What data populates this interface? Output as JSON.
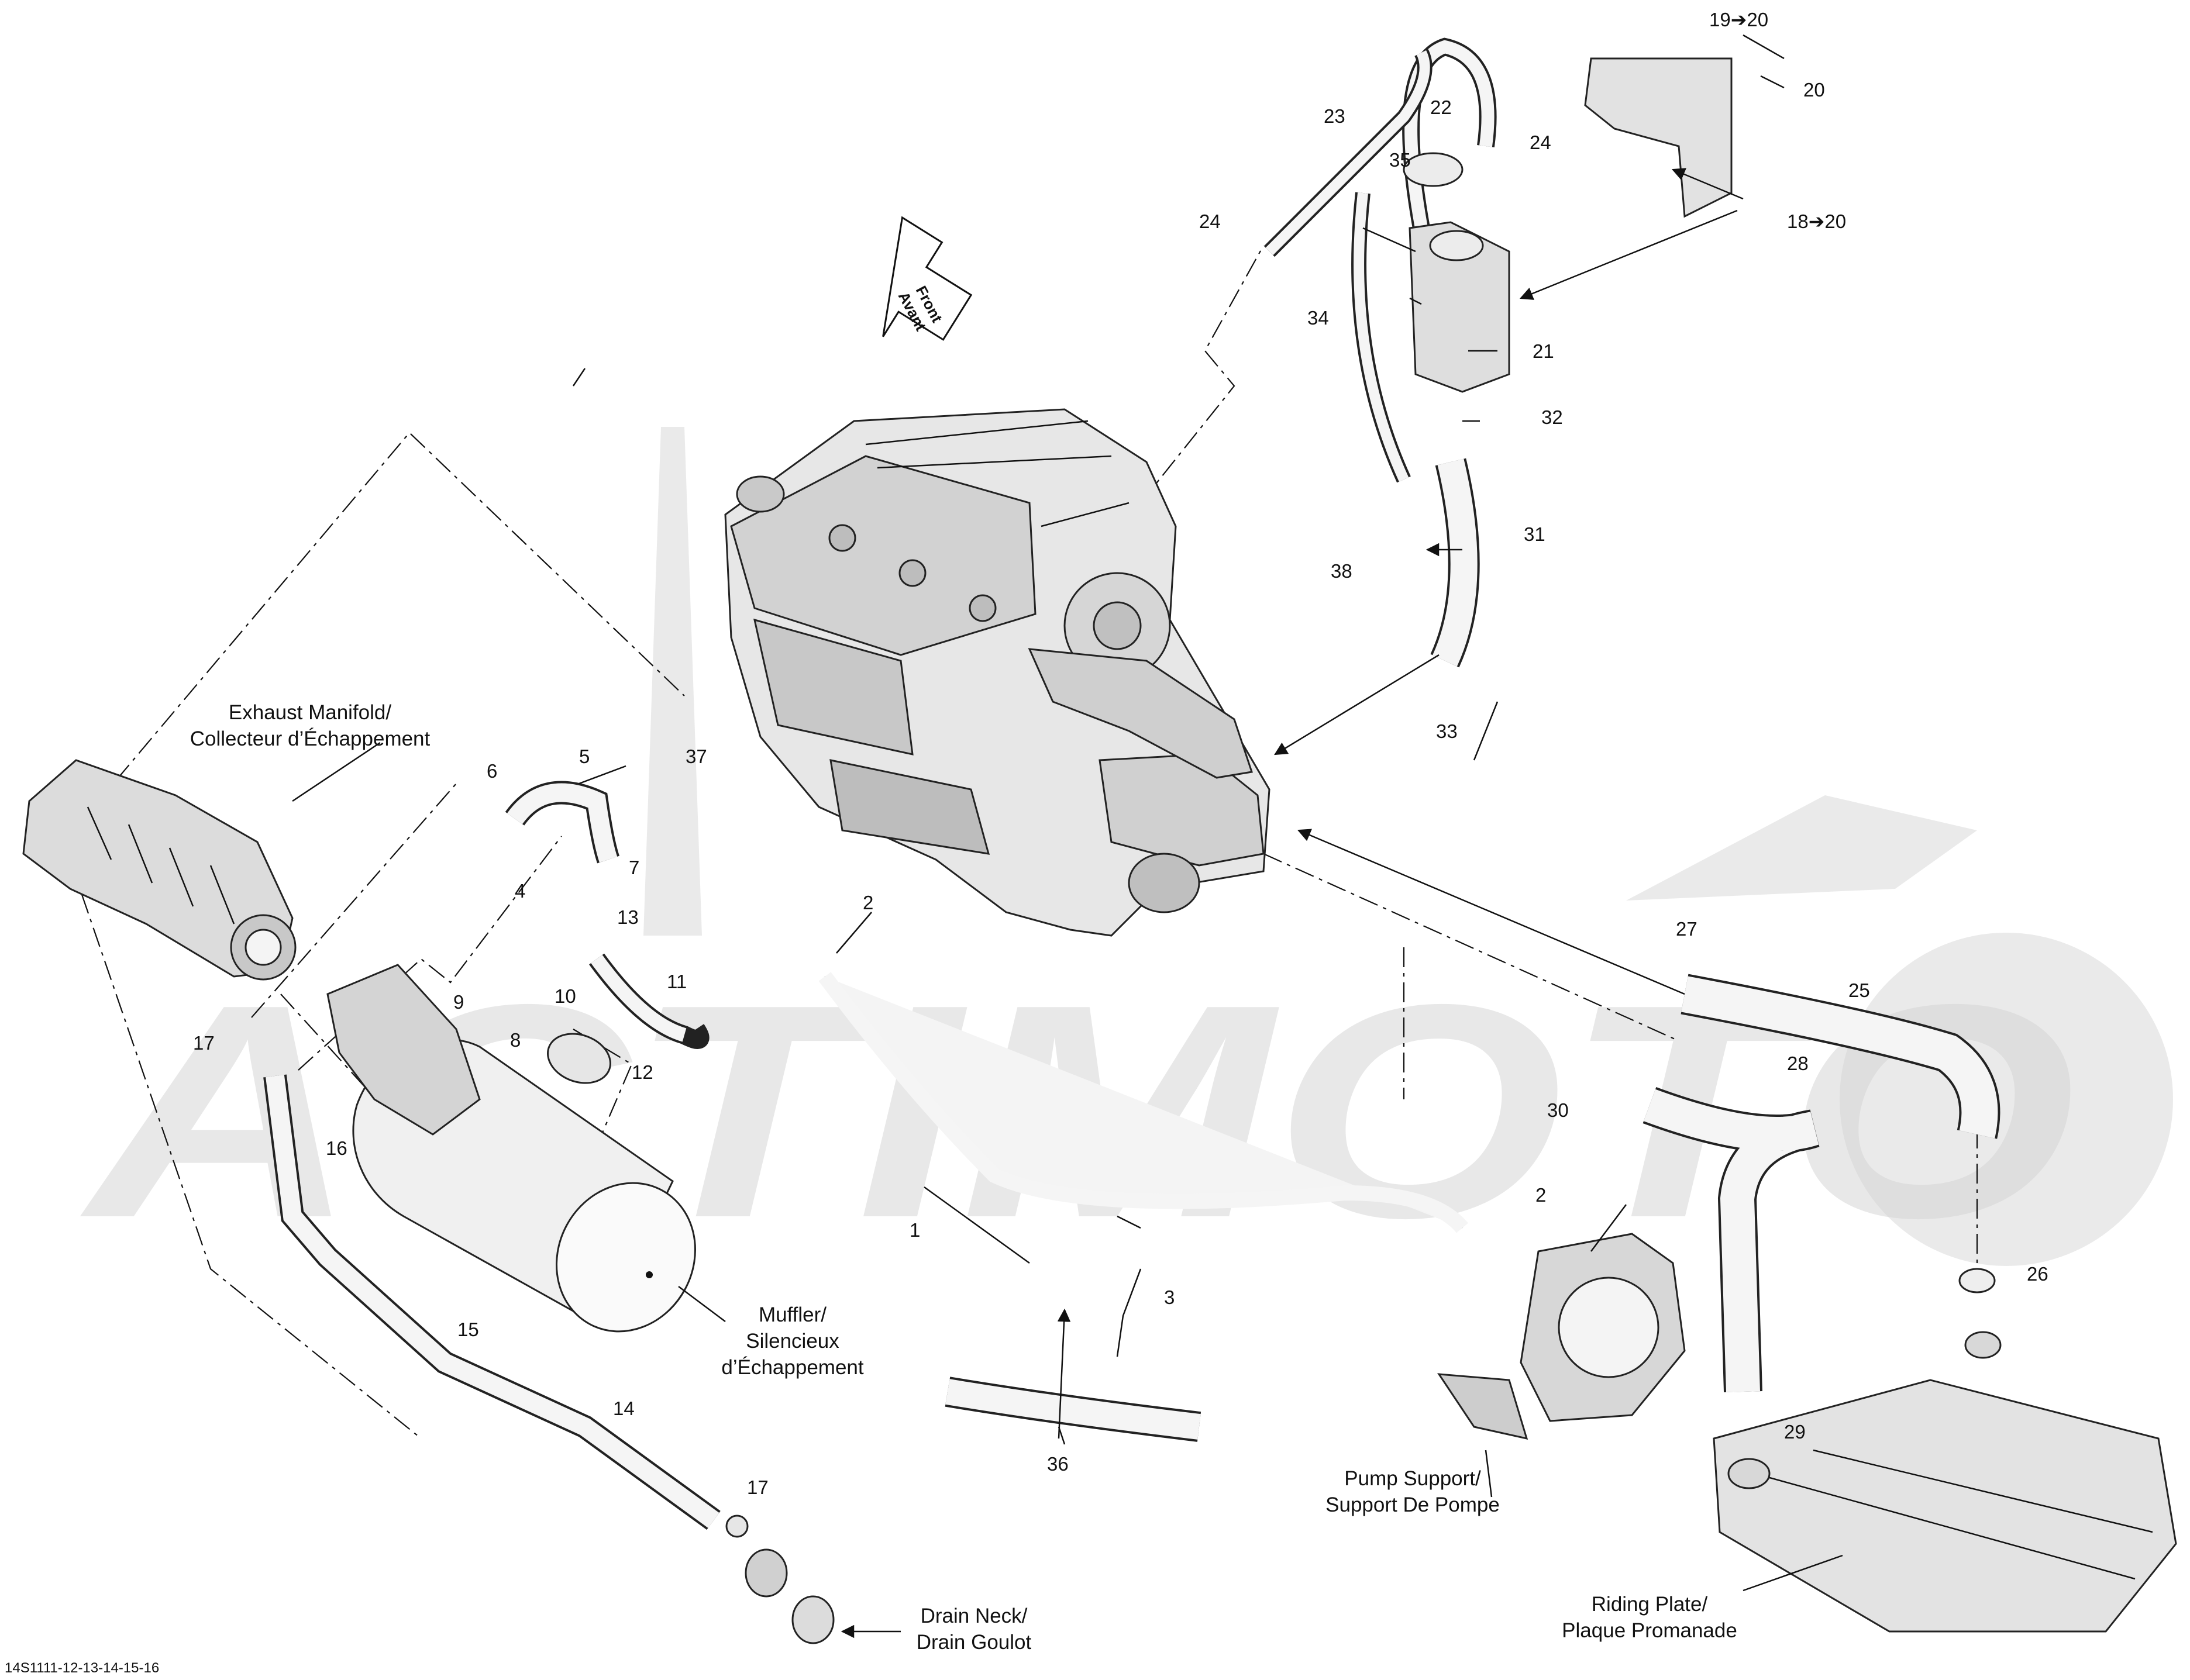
{
  "watermark": "ACTIMOTO",
  "drawing_number": "14S1111-12-13-14-15-16",
  "front_arrow": {
    "line1": "Front",
    "line2": "Avant"
  },
  "assembly_labels": {
    "exhaust_manifold": {
      "line1": "Exhaust Manifold/",
      "line2": "Collecteur d’Échappement"
    },
    "muffler": {
      "line1": "Muffler/",
      "line2": "Silencieux",
      "line3": "d’Échappement"
    },
    "pump_support": {
      "line1": "Pump Support/",
      "line2": "Support De Pompe"
    },
    "drain_neck": {
      "line1": "Drain Neck/",
      "line2": "Drain Goulot"
    },
    "riding_plate": {
      "line1": "Riding Plate/",
      "line2": "Plaque Promanade"
    }
  },
  "callouts": {
    "c1": "1",
    "c2a": "2",
    "c2b": "2",
    "c3": "3",
    "c4": "4",
    "c5": "5",
    "c6": "6",
    "c7": "7",
    "c8": "8",
    "c9": "9",
    "c10": "10",
    "c11": "11",
    "c12": "12",
    "c13": "13",
    "c14": "14",
    "c15": "15",
    "c16": "16",
    "c17a": "17",
    "c17b": "17",
    "c18": "18➔20",
    "c19": "19➔20",
    "c20": "20",
    "c21": "21",
    "c22": "22",
    "c23": "23",
    "c24a": "24",
    "c24b": "24",
    "c25": "25",
    "c26": "26",
    "c27": "27",
    "c28": "28",
    "c29": "29",
    "c30": "30",
    "c31": "31",
    "c32": "32",
    "c33": "33",
    "c34": "34",
    "c35": "35",
    "c36": "36",
    "c37": "37",
    "c38": "38"
  }
}
